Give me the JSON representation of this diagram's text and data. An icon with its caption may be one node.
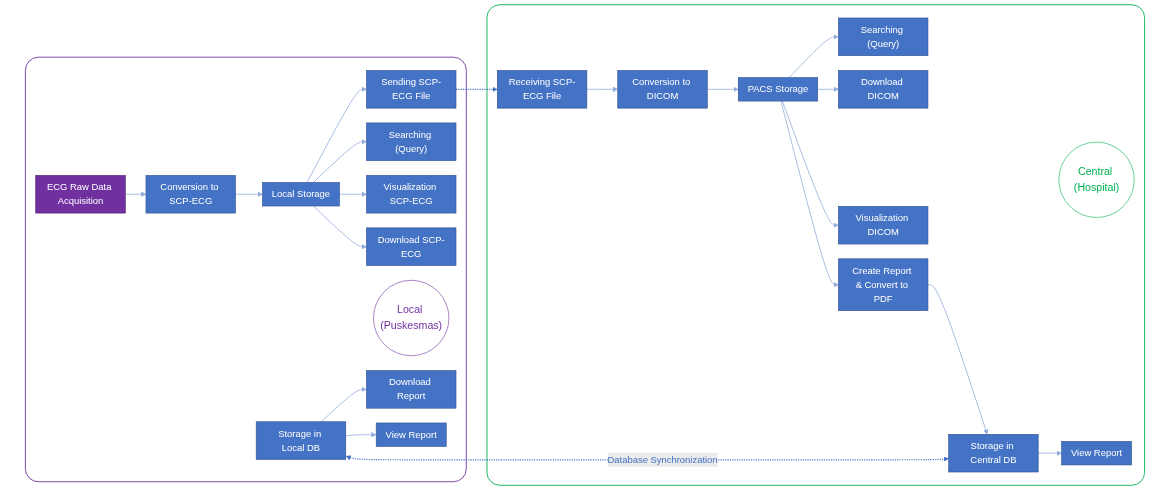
{
  "diagram": {
    "nodes": [
      {
        "text": [],
        "shape": "box"
      },
      {
        "text": [
          "ECG Raw Data Acquisition"
        ],
        "in": 0
      },
      {
        "text": [
          "Conversion to SCP-ECG"
        ],
        "in": 0
      },
      {
        "text": [
          "Local Storage"
        ],
        "in": 0
      },
      {
        "text": [
          "Sending SCP-ECG File"
        ],
        "in": 0
      },
      {
        "text": [
          "Searching (Query)"
        ],
        "in": 0
      },
      {
        "text": [
          "Visualization SCP-ECG"
        ],
        "in": 0
      },
      {
        "text": [
          "Download SCP-ECG"
        ],
        "in": 0
      },
      {
        "text": [
          "Local (Puskesmas)"
        ],
        "in": 0
      },
      {
        "text": [
          "Download Report"
        ],
        "in": 0
      },
      {
        "text": [
          "View Report"
        ],
        "in": 0
      },
      {
        "text": [
          "Storage in Local DB"
        ],
        "in": 0
      },
      {
        "text": [],
        "shape": "box"
      },
      {
        "text": [
          "Receiving SCP-ECG File"
        ],
        "in": 12
      },
      {
        "text": [
          "Conversion to DICOM"
        ],
        "in": 12
      },
      {
        "text": [
          "PACS Storage"
        ],
        "in": 12
      },
      {
        "text": [
          "Central (Hospital)"
        ],
        "in": 12
      },
      {
        "text": [
          "Searching (Query)"
        ],
        "in": 12
      },
      {
        "text": [
          "Download DICOM"
        ],
        "in": 12
      },
      {
        "text": [
          "View Report"
        ],
        "in": 12
      },
      {
        "text": [
          "Visualization DICOM"
        ],
        "in": 12
      },
      {
        "text": [
          "Storage in Central DB"
        ],
        "in": 12
      },
      {
        "text": [
          "Create Report & Convert to PDF"
        ],
        "in": 12
      }
    ],
    "edges": [
      {
        "from": 1,
        "to": 2,
        "arrow": "to"
      },
      {
        "from": 2,
        "to": 3,
        "arrow": "to"
      },
      {
        "from": 3,
        "to": 4,
        "arrow": "to"
      },
      {
        "from": 4,
        "to": 13,
        "arrow": "to",
        "style": "dashed",
        "color": "#4472c4"
      },
      {
        "from": 3,
        "to": 5,
        "arrow": "to"
      },
      {
        "from": 3,
        "to": 6,
        "arrow": "to"
      },
      {
        "from": 3,
        "to": 7,
        "arrow": "to"
      },
      {
        "from": 11,
        "to": 9,
        "arrow": "to"
      },
      {
        "from": 11,
        "to": 10,
        "arrow": "to"
      },
      {
        "from": 13,
        "to": 14,
        "arrow": "to"
      },
      {
        "from": 14,
        "to": 15,
        "arrow": "to"
      },
      {
        "from": 15,
        "to": 17,
        "arrow": "to"
      },
      {
        "from": 15,
        "to": 18,
        "arrow": "to"
      },
      {
        "from": 15,
        "to": 20,
        "arrow": "to"
      },
      {
        "from": 15,
        "to": 22,
        "arrow": "to"
      },
      {
        "from": 22,
        "to": 21,
        "arrow": "to"
      },
      {
        "from": 21,
        "to": 19,
        "arrow": "to"
      },
      {
        "from": 11,
        "to": 21,
        "arrow": "both",
        "style": "dashed",
        "color": "#4472c4",
        "label": "Database Synchronization"
      }
    ]
  }
}
